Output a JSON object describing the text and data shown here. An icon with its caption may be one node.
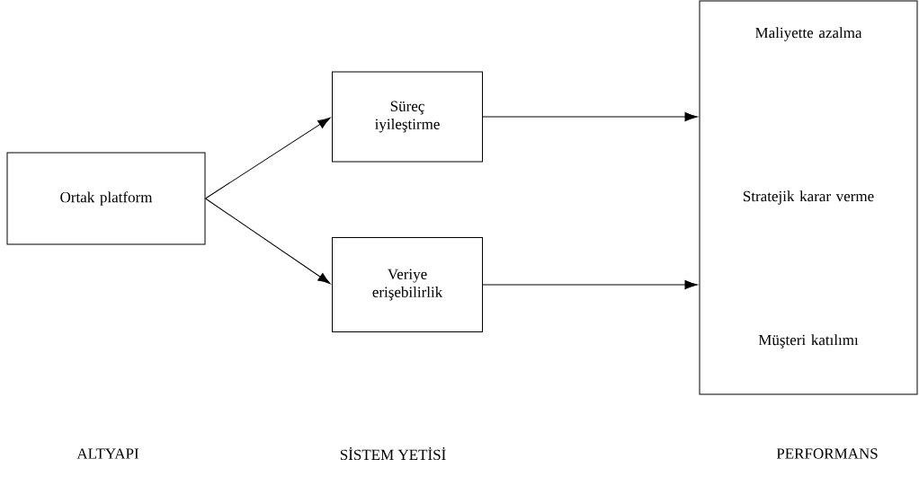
{
  "diagram": {
    "nodes": [
      {
        "text": [
          "Ortak platform"
        ]
      },
      {
        "text": [
          "Süreç iyileştirme"
        ]
      },
      {
        "text": [
          "Veriye erişebilirlik"
        ]
      },
      {
        "text": [
          "Maliyette azalma",
          "Stratejik karar verme",
          "Müşteri katılımı"
        ]
      }
    ],
    "edges": [
      {
        "from": 0,
        "to": 1,
        "arrow": "to"
      },
      {
        "from": 0,
        "to": 2,
        "arrow": "to"
      },
      {
        "from": 1,
        "to": 3,
        "arrow": "to"
      },
      {
        "from": 2,
        "to": 3,
        "arrow": "to"
      }
    ],
    "labels": [
      "ALTYAPI",
      "SİSTEM YETİSİ",
      "PERFORMANS"
    ]
  }
}
